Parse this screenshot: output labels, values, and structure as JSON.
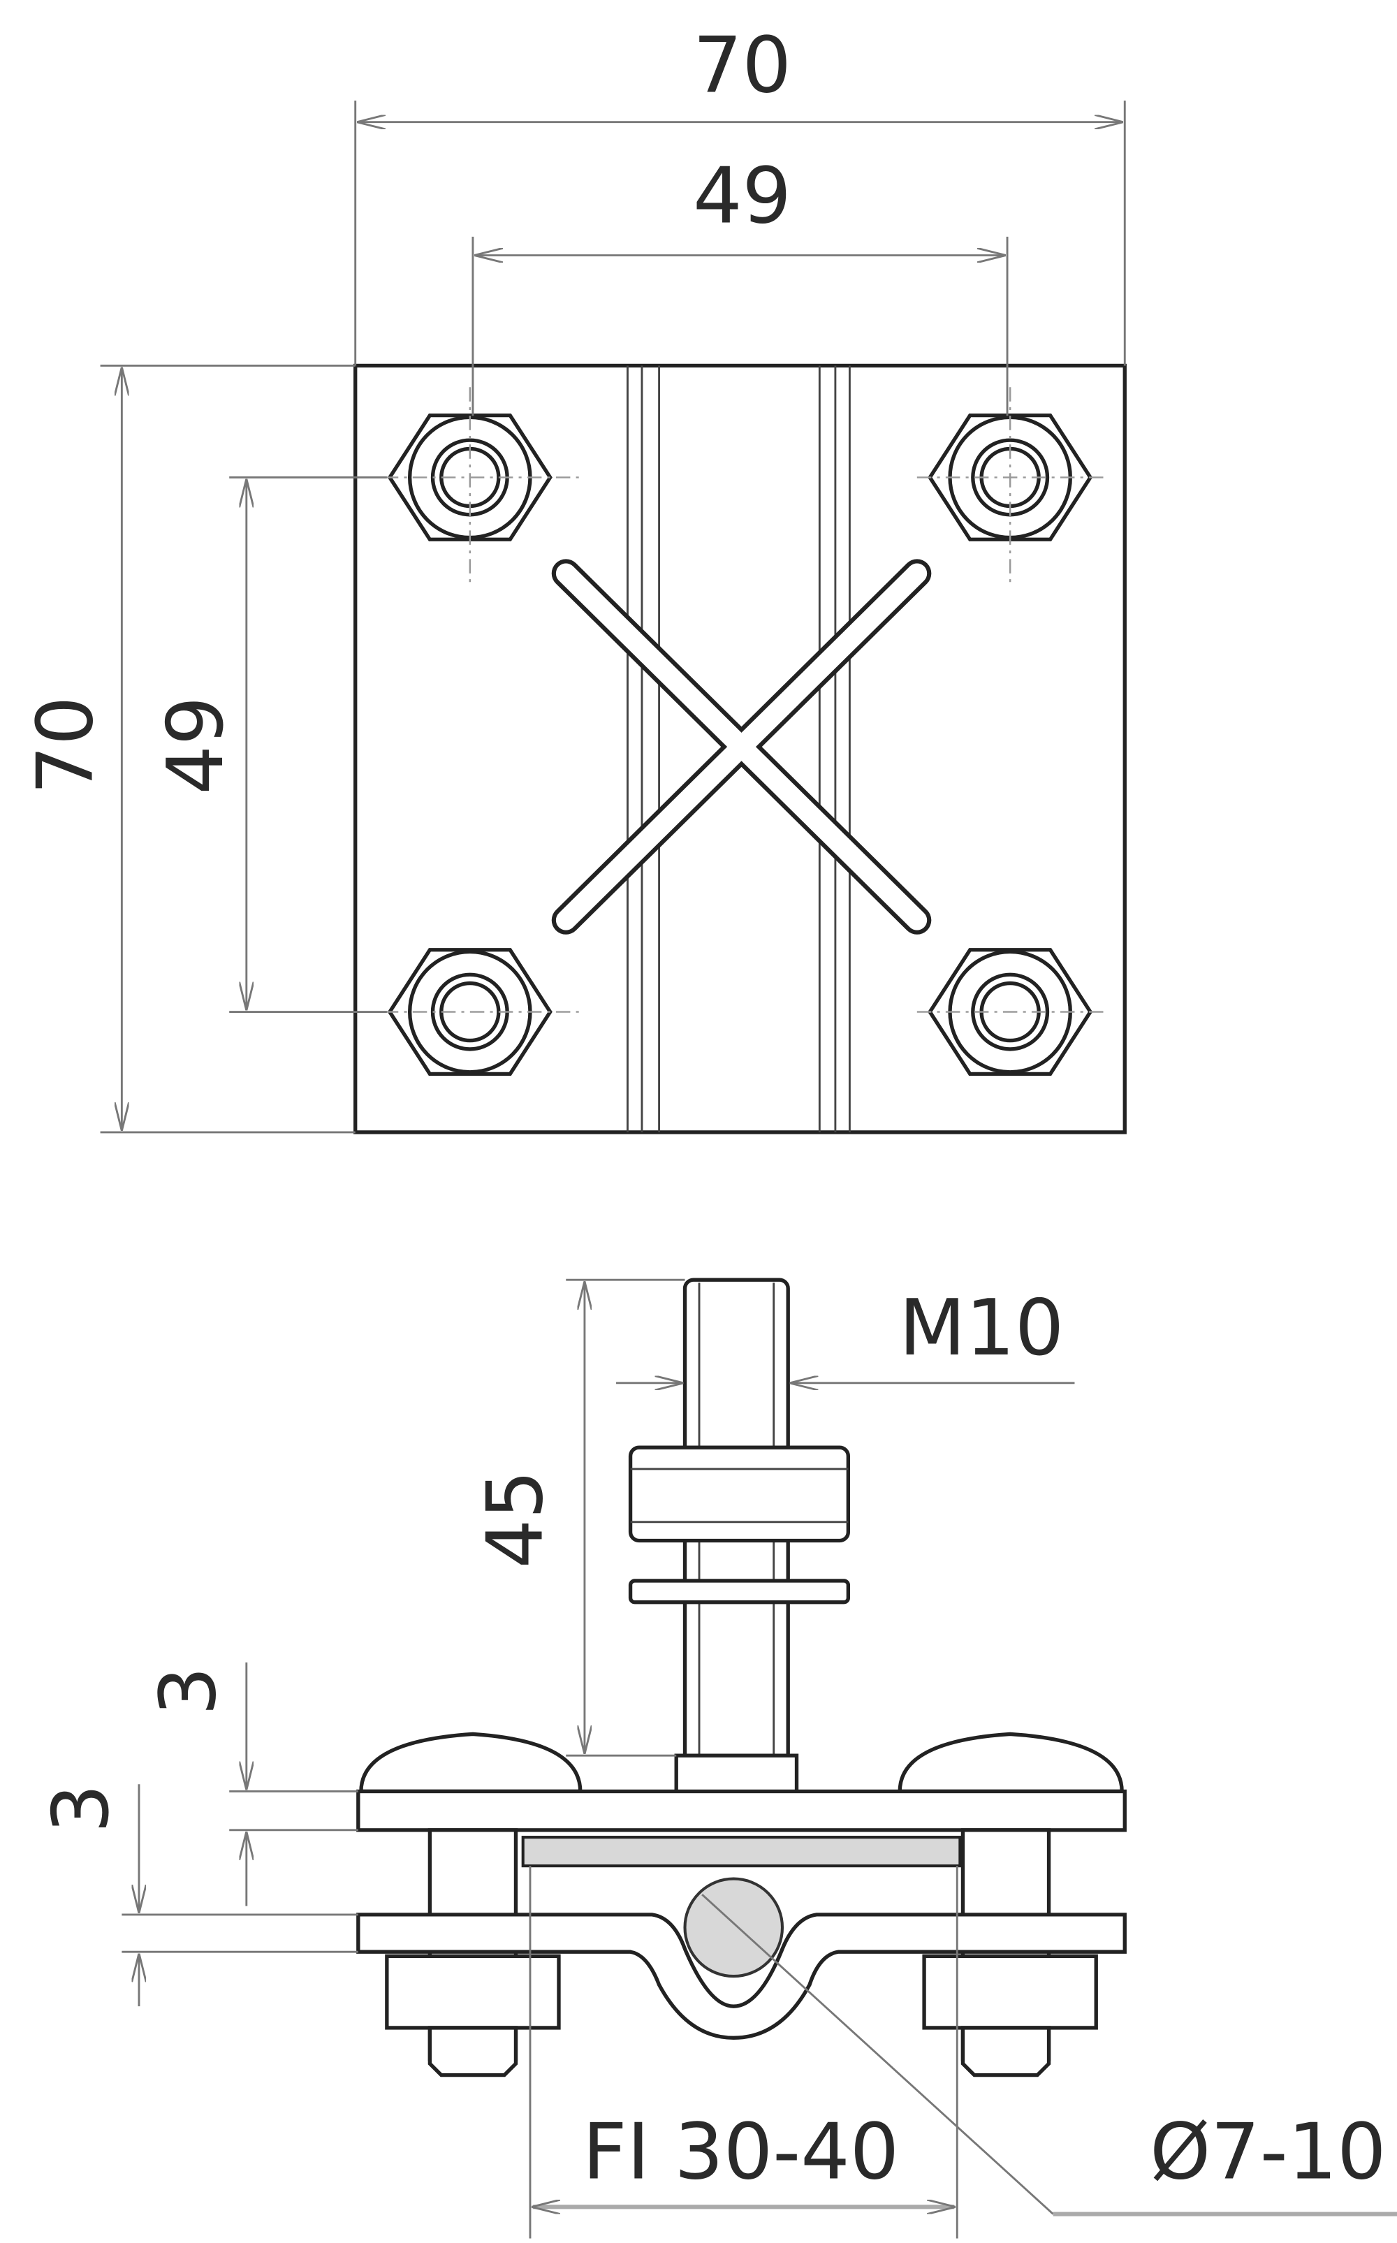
{
  "top_view": {
    "width_outer": "70",
    "width_holes": "49",
    "height_outer": "70",
    "height_holes": "49"
  },
  "side_view": {
    "thread": "M10",
    "stud_length": "45",
    "top_plate_thickness": "3",
    "bottom_plate_thickness": "3",
    "flat_conductor": "FI 30-40",
    "round_conductor": "Ø7-10"
  },
  "colors": {
    "line": "#222222",
    "dimension": "#777777",
    "conductor_fill": "#d8d8d8"
  }
}
